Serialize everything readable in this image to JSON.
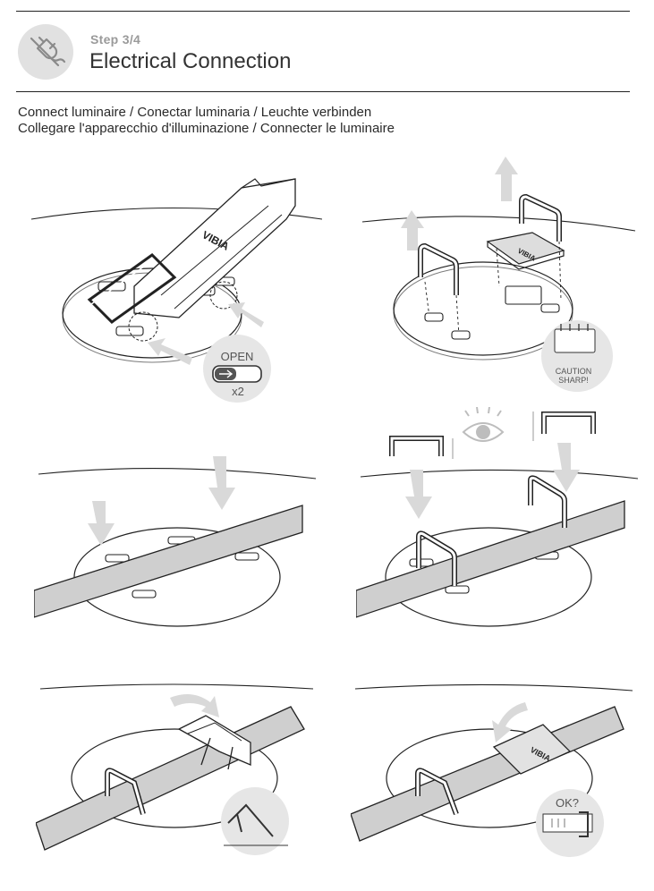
{
  "header": {
    "step_label": "Step 3/4",
    "title": "Electrical Connection",
    "icon": "plug-icon"
  },
  "instructions": {
    "line1": "Connect luminaire / Conectar luminaria / Leuchte verbinden",
    "line2": "Collegare l'apparecchio d'illuminazione / Connecter le luminaire"
  },
  "panels": {
    "p1": {
      "brand": "VIBIA",
      "badge_open": "OPEN",
      "badge_count": "x2"
    },
    "p2": {
      "brand": "VIBIA",
      "caution_line1": "CAUTION",
      "caution_line2": "SHARP!"
    },
    "p6": {
      "brand": "VIBIA",
      "ok_label": "OK?"
    }
  },
  "colors": {
    "line": "#222222",
    "cable_fill": "#cfcfcf",
    "arrow_fill": "#d9d9d9",
    "badge_bg": "#e6e6e6"
  }
}
